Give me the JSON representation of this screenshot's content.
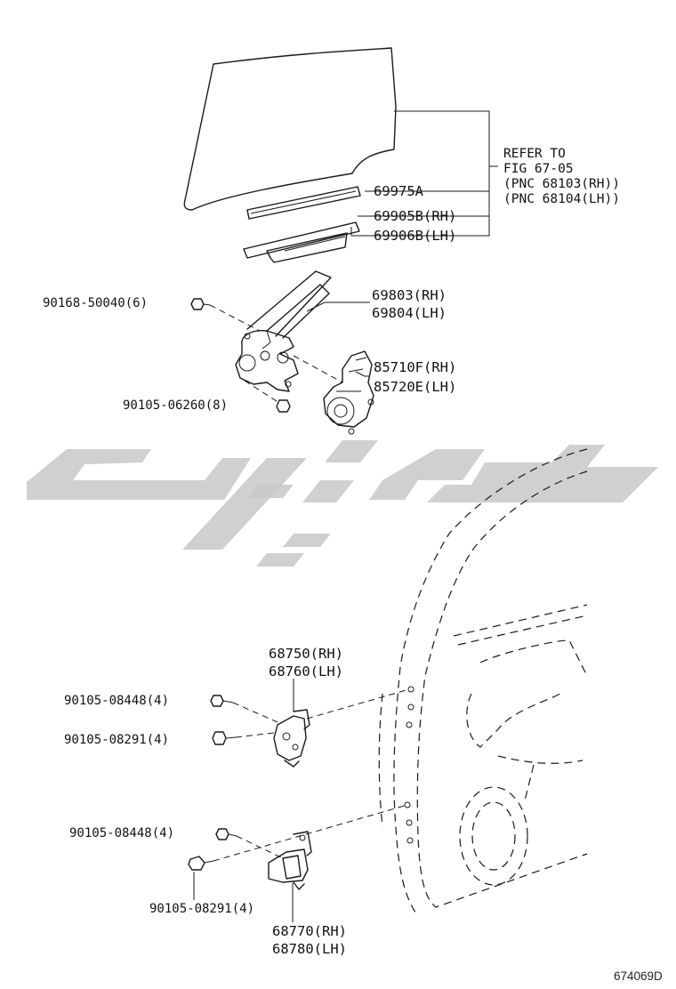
{
  "callouts": {
    "refer_line1": "REFER TO",
    "refer_line2": "FIG 67-05",
    "refer_line3": "(PNC 68103(RH))",
    "refer_line4": "(PNC 68104(LH))",
    "weatherstrip": "69975A",
    "channel_rh": "69905B(RH)",
    "channel_lh": "69906B(LH)",
    "bolt_top": "90168-50040(6)",
    "regulator_rh": "69803(RH)",
    "regulator_lh": "69804(LH)",
    "motor_rh": "85710F(RH)",
    "motor_lh": "85720E(LH)",
    "bolt_regulator": "90105-06260(8)",
    "upper_hinge_rh": "68750(RH)",
    "upper_hinge_lh": "68760(LH)",
    "bolt_upper_a": "90105-08448(4)",
    "bolt_upper_b": "90105-08291(4)",
    "bolt_lower_a": "90105-08448(4)",
    "bolt_lower_b": "90105-08291(4)",
    "lower_hinge_rh": "68770(RH)",
    "lower_hinge_lh": "68780(LH)"
  },
  "figure_id": "674069D"
}
